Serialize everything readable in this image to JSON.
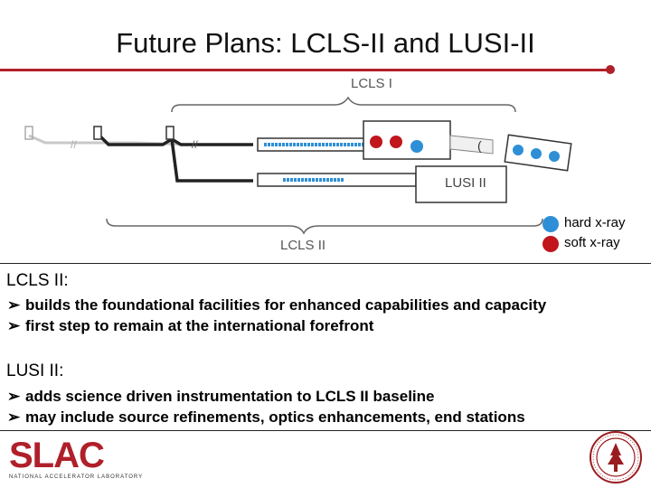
{
  "slide": {
    "title": "Future Plans: LCLS-II and LUSI-II"
  },
  "diagram": {
    "lcls1_label": "LCLS I",
    "lcls2_label": "LCLS II",
    "lusi2_label": "LUSI II"
  },
  "legend": [
    {
      "label": "hard x-ray",
      "color": "#2e8fd6"
    },
    {
      "label": "soft x-ray",
      "color": "#c0161c"
    }
  ],
  "content": {
    "lcls_heading": "LCLS II:",
    "lcls_bullets": [
      "builds the foundational facilities for enhanced capabilities and capacity",
      "first step to remain at the international forefront"
    ],
    "lusi_heading": "LUSI II:",
    "lusi_bullets": [
      "adds science driven instrumentation to LCLS II baseline",
      "may include source refinements, optics enhancements, end stations"
    ]
  },
  "footer": {
    "logo_text": "SLAC",
    "logo_subtext": "NATIONAL ACCELERATOR LABORATORY",
    "seal_text": "Stanford University seal"
  },
  "colors": {
    "accent": "#b0202a",
    "hard_xray": "#2e8fd6",
    "soft_xray": "#c0161c"
  }
}
